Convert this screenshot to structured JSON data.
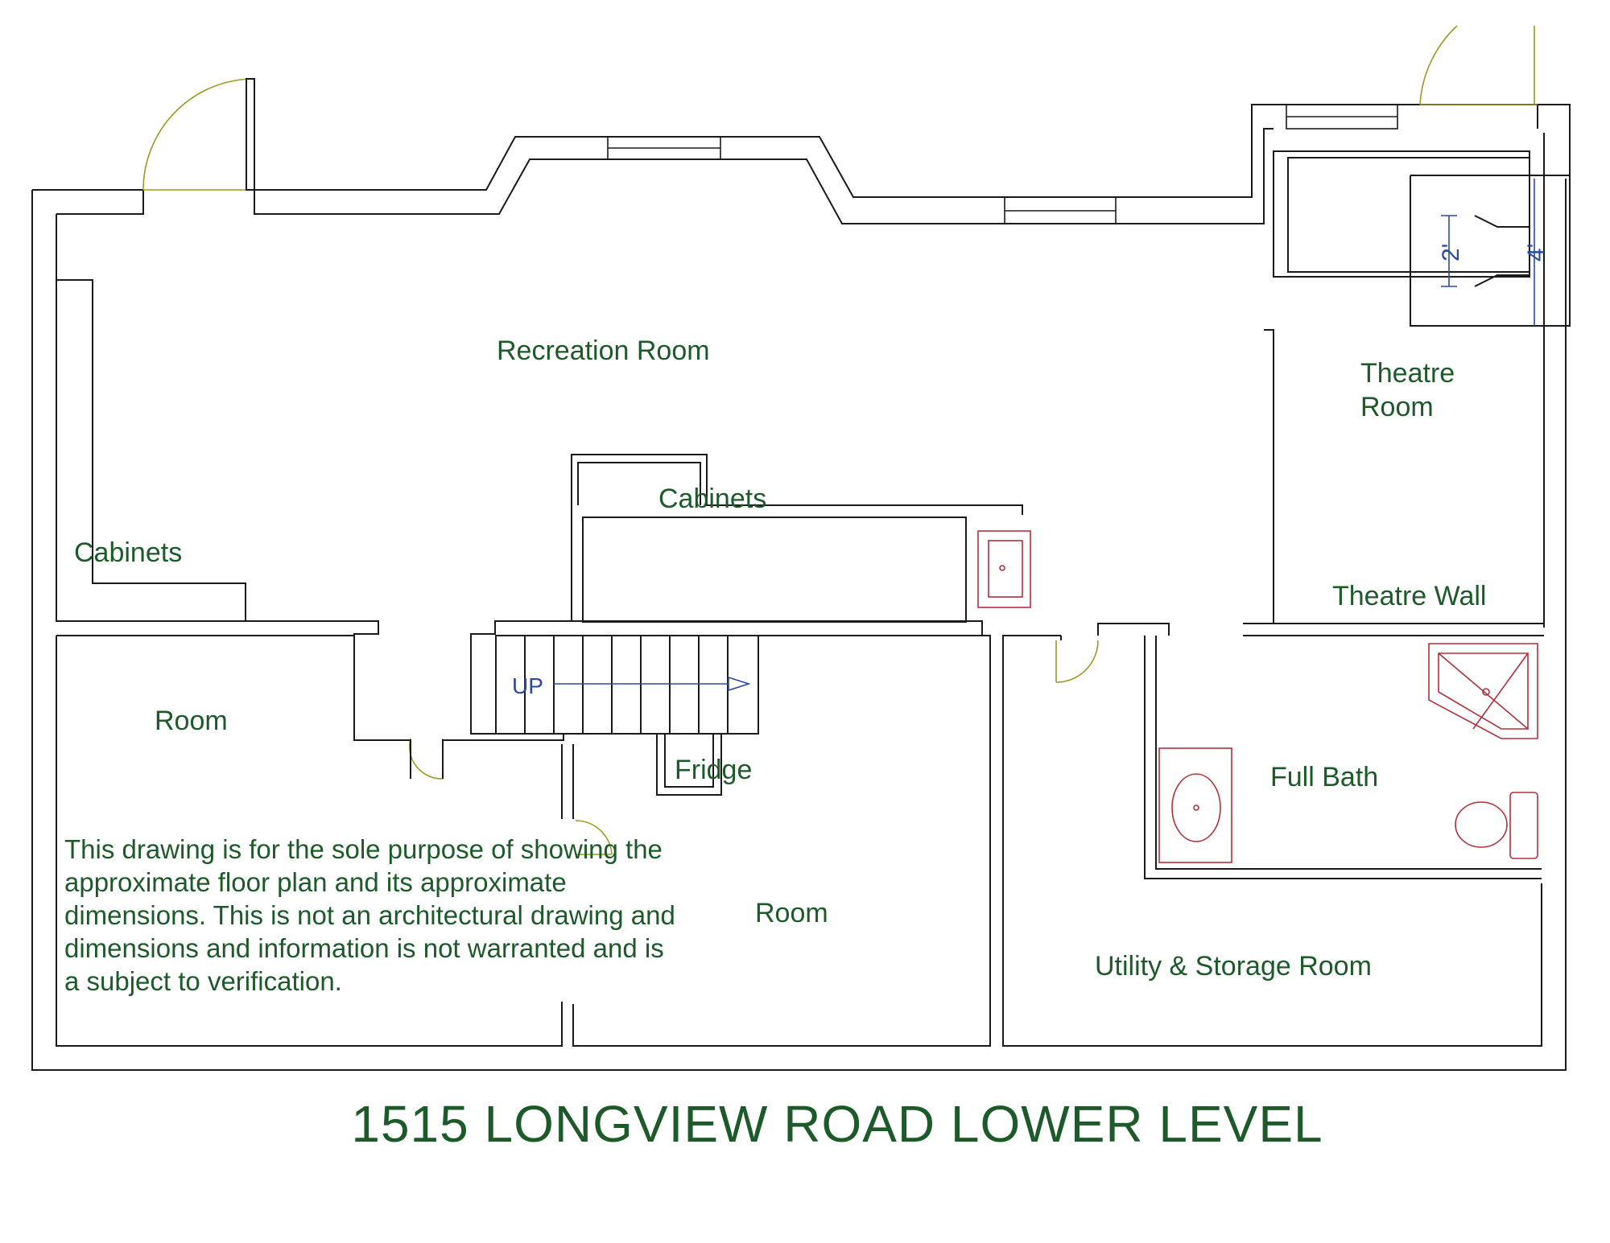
{
  "colors": {
    "label_text": "#1d5a2a",
    "walls": "#1a1a1a",
    "doors": "#9a9a20",
    "fixtures": "#b0303a",
    "dimensions": "#2a4aa0"
  },
  "title": "1515 LONGVIEW ROAD LOWER LEVEL",
  "rooms": {
    "recreation": "Recreation Room",
    "theatre_line1": "Theatre",
    "theatre_line2": "Room",
    "theatre_wall": "Theatre Wall",
    "full_bath": "Full Bath",
    "utility": "Utility & Storage Room",
    "room_left": "Room",
    "room_center": "Room"
  },
  "features": {
    "cabinets_left": "Cabinets",
    "cabinets_center": "Cabinets",
    "fridge": "Fridge",
    "stairs": "UP"
  },
  "dimensions": {
    "short": "2'",
    "long": "4'"
  },
  "disclaimer": "This drawing is for the sole purpose of showing the approximate floor plan and its approximate dimensions.  This is not an architectural drawing and dimensions and information is not warranted and is a subject to verification."
}
